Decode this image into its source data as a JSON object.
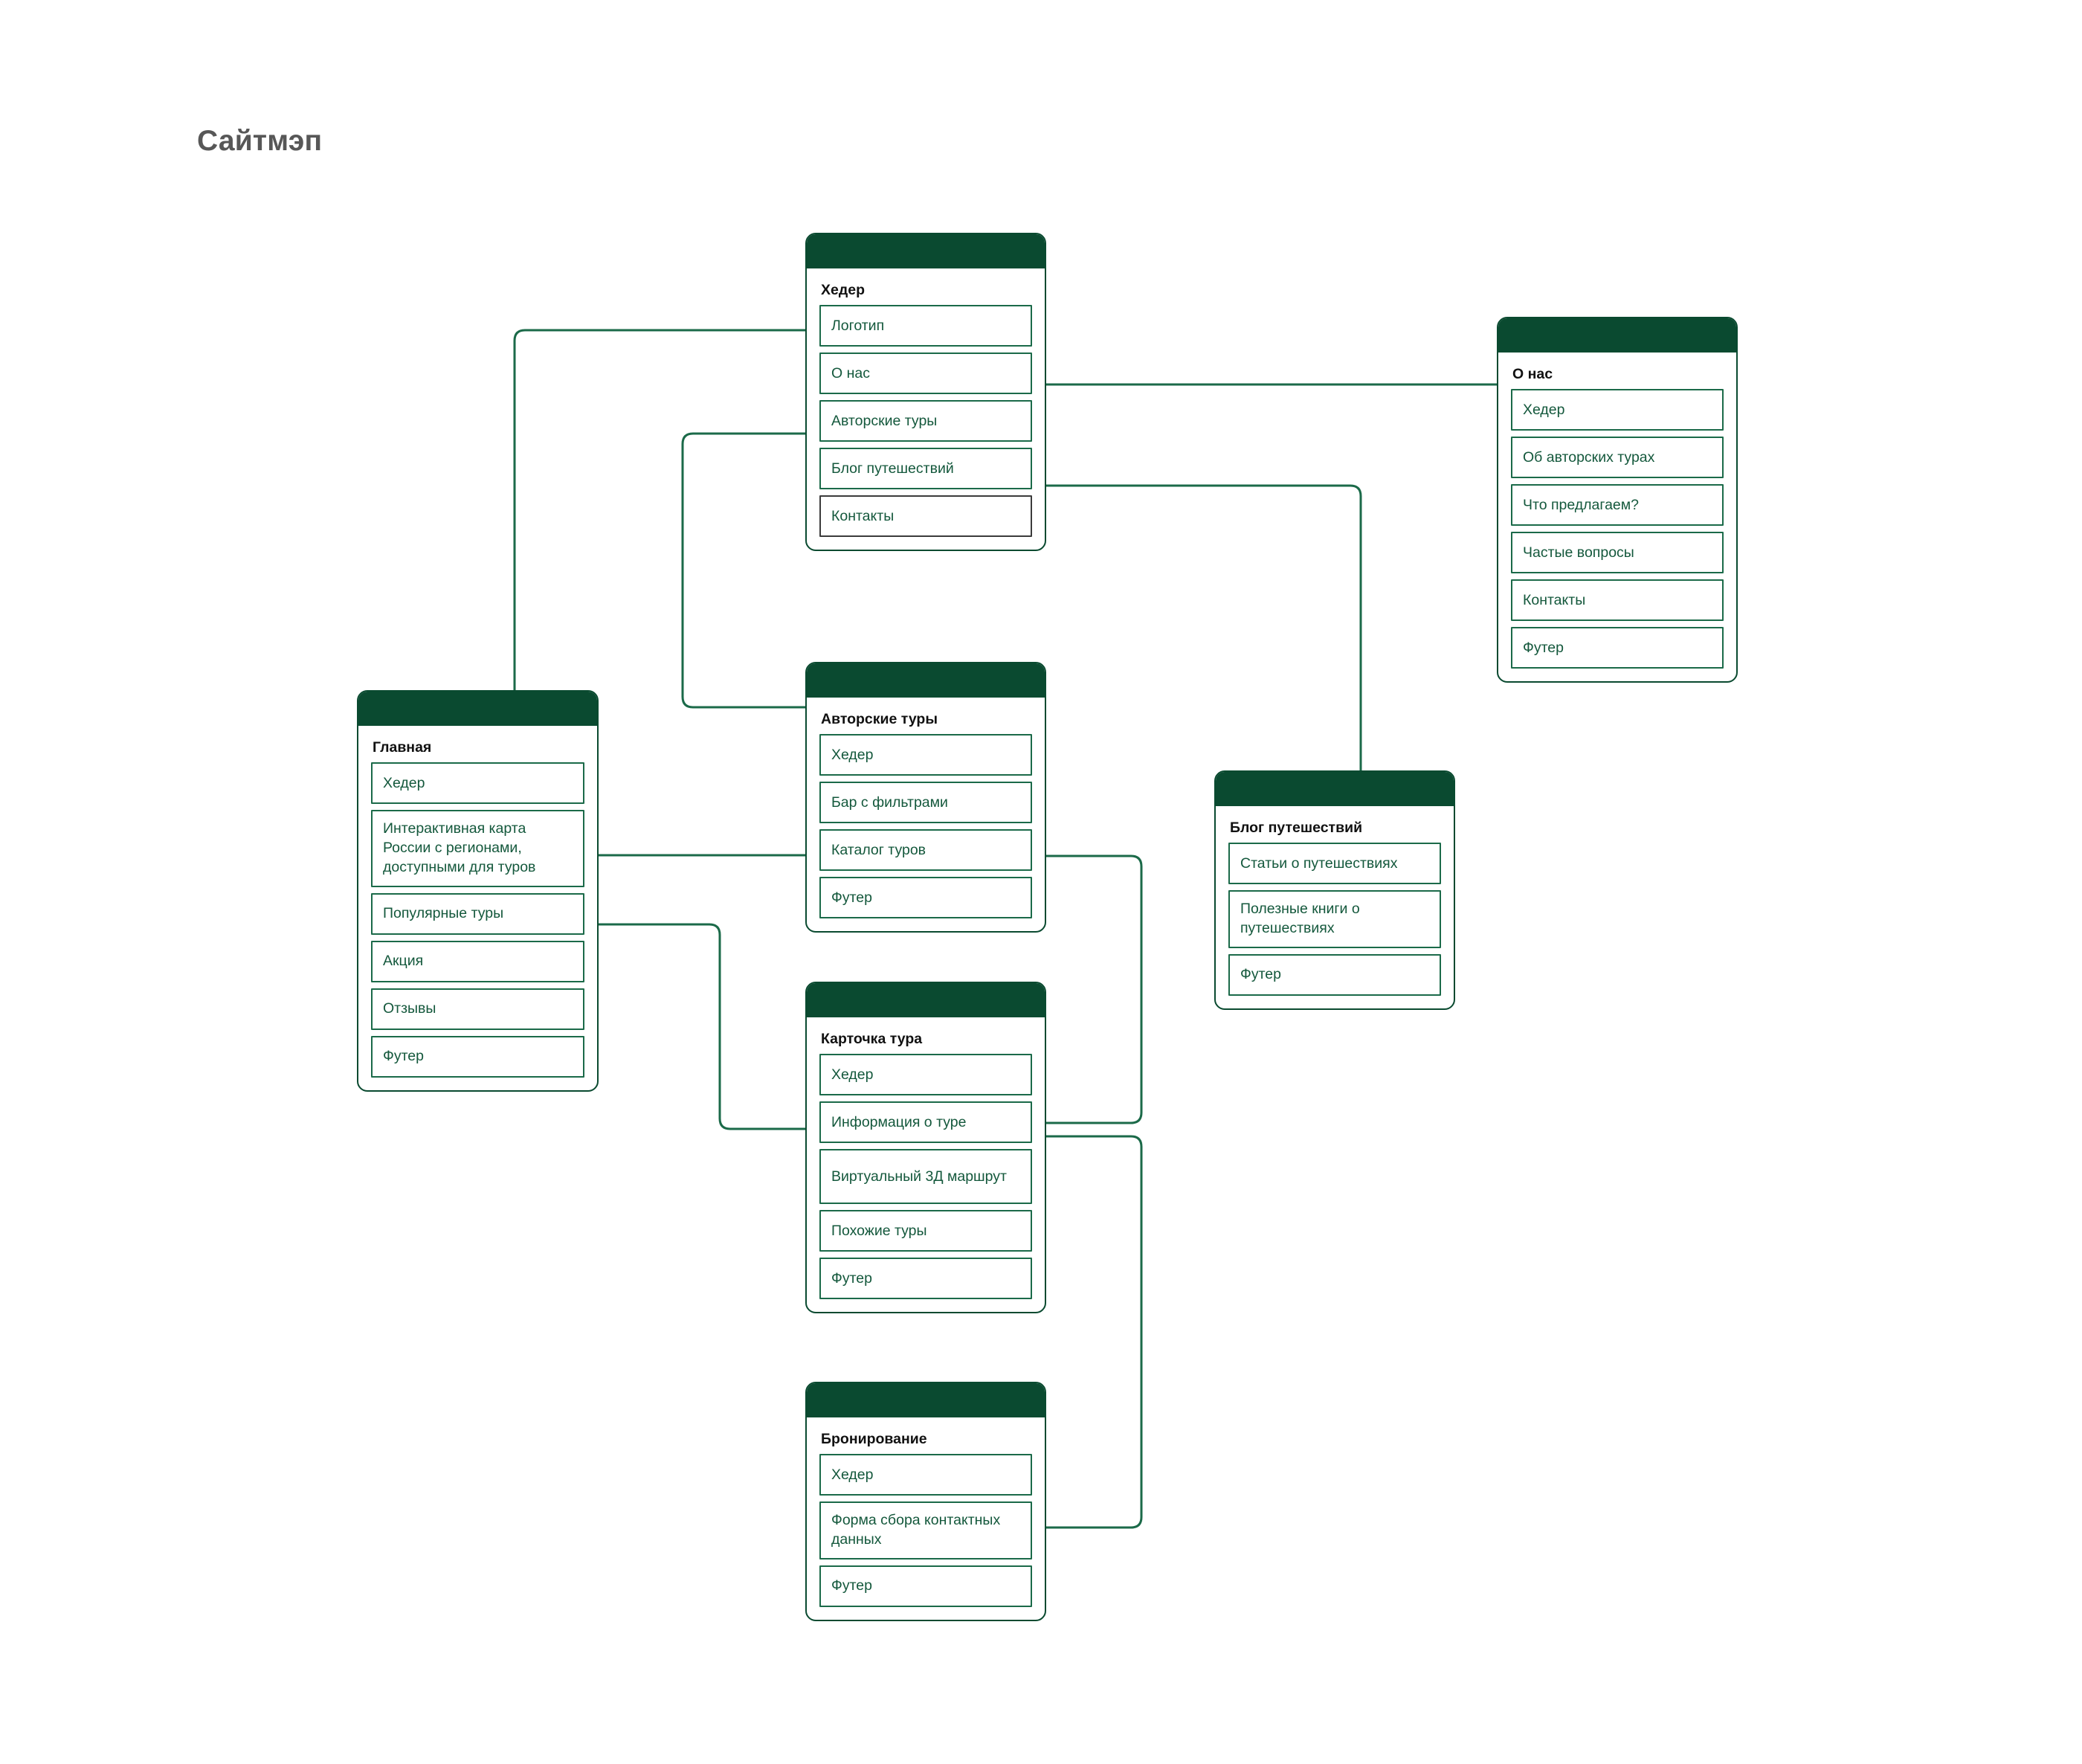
{
  "page": {
    "title": "Сайтмэп"
  },
  "theme": {
    "band": "#0a4a30",
    "card_border": "#0a4a30",
    "row_border": "#1b6a49",
    "row_border_alt": "#3b3b3b",
    "row_text": "#14583c",
    "title_text": "#575757",
    "background": "#ffffff"
  },
  "cards": [
    {
      "id": "header",
      "title": "Хедер",
      "rows": [
        {
          "label": "Логотип",
          "style": "green"
        },
        {
          "label": "О нас",
          "style": "green"
        },
        {
          "label": "Авторские туры",
          "style": "green"
        },
        {
          "label": "Блог путешествий",
          "style": "green"
        },
        {
          "label": "Контакты",
          "style": "dark"
        }
      ]
    },
    {
      "id": "about",
      "title": "О нас",
      "rows": [
        {
          "label": "Хедер",
          "style": "green"
        },
        {
          "label": "Об авторских турах",
          "style": "green"
        },
        {
          "label": "Что предлагаем?",
          "style": "green"
        },
        {
          "label": "Частые вопросы",
          "style": "green"
        },
        {
          "label": "Контакты",
          "style": "green"
        },
        {
          "label": "Футер",
          "style": "green"
        }
      ]
    },
    {
      "id": "home",
      "title": "Главная",
      "rows": [
        {
          "label": "Хедер",
          "style": "green"
        },
        {
          "label": "Интерактивная карта России с регионами, доступными для туров",
          "style": "green"
        },
        {
          "label": "Популярные туры",
          "style": "green"
        },
        {
          "label": "Акция",
          "style": "green"
        },
        {
          "label": "Отзывы",
          "style": "green"
        },
        {
          "label": "Футер",
          "style": "green"
        }
      ]
    },
    {
      "id": "tours",
      "title": "Авторские туры",
      "rows": [
        {
          "label": "Хедер",
          "style": "green"
        },
        {
          "label": "Бар с фильтрами",
          "style": "green"
        },
        {
          "label": "Каталог туров",
          "style": "green"
        },
        {
          "label": "Футер",
          "style": "green"
        }
      ]
    },
    {
      "id": "tourcard",
      "title": "Карточка тура",
      "rows": [
        {
          "label": "Хедер",
          "style": "green"
        },
        {
          "label": "Информация о туре",
          "style": "green"
        },
        {
          "label": "Виртуальный 3Д маршрут",
          "style": "green"
        },
        {
          "label": "Похожие туры",
          "style": "green"
        },
        {
          "label": "Футер",
          "style": "green"
        }
      ]
    },
    {
      "id": "booking",
      "title": "Бронирование",
      "rows": [
        {
          "label": "Хедер",
          "style": "green"
        },
        {
          "label": "Форма сбора контактных данных",
          "style": "green"
        },
        {
          "label": "Футер",
          "style": "green"
        }
      ]
    },
    {
      "id": "blog",
      "title": "Блог путешествий",
      "rows": [
        {
          "label": "Статьи о путешествиях",
          "style": "green"
        },
        {
          "label": "Полезные книги о путешествиях",
          "style": "green"
        },
        {
          "label": "Футер",
          "style": "green"
        }
      ]
    }
  ],
  "connections": [
    {
      "from": "header.Логотип",
      "to": "home"
    },
    {
      "from": "header.О нас",
      "to": "about"
    },
    {
      "from": "header.Авторские туры",
      "to": "tours"
    },
    {
      "from": "header.Блог путешествий",
      "to": "blog"
    },
    {
      "from": "home.Интерактивная карта",
      "to": "tours"
    },
    {
      "from": "home.Популярные туры",
      "to": "tourcard"
    },
    {
      "from": "tours.Каталог туров",
      "to": "tourcard"
    },
    {
      "from": "tourcard.Информация о туре",
      "to": "booking"
    }
  ]
}
